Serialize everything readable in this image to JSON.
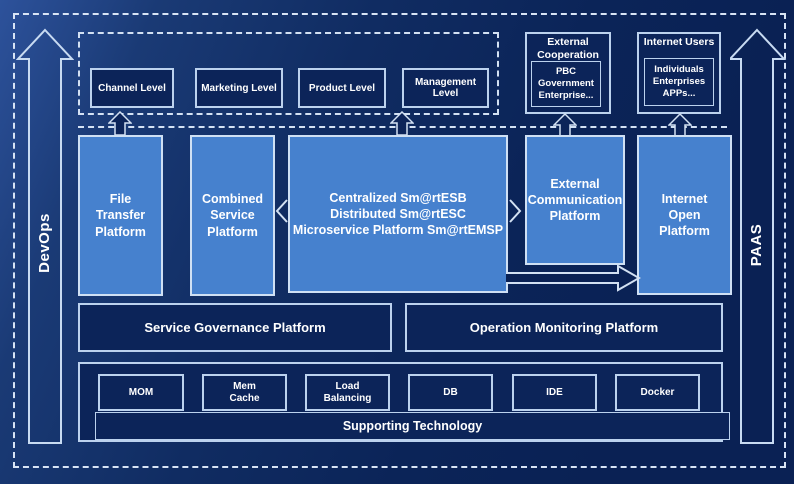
{
  "colors": {
    "background": "#0a2154",
    "panel_blue": "#4681ce",
    "dark_navy": "#0c2459",
    "pale_border": "#cfe0f4",
    "text": "#ffffff"
  },
  "rails": {
    "left_label": "DevOps",
    "right_label": "PAAS"
  },
  "levels": {
    "items": [
      {
        "label": "Channel Level"
      },
      {
        "label": "Marketing Level"
      },
      {
        "label": "Product Level"
      },
      {
        "label": "Management Level"
      }
    ]
  },
  "external_cooperation": {
    "title": "External\nCooperation",
    "body": "PBC Government\nEnterprise..."
  },
  "internet_users": {
    "title": "Internet Users",
    "body": "Individuals\nEnterprises\nAPPs..."
  },
  "platforms": {
    "file_transfer": "File\nTransfer\nPlatform",
    "combined_service": "Combined\nService\nPlatform",
    "esb": "Centralized Sm@rtESB\nDistributed Sm@rtESC\nMicroservice Platform Sm@rtEMSP",
    "external_communication": "External\nCommunication\nPlatform",
    "internet_open": "Internet\nOpen\nPlatform"
  },
  "governance": {
    "label": "Service Governance Platform"
  },
  "monitoring": {
    "label": "Operation Monitoring Platform"
  },
  "supporting": {
    "label": "Supporting Technology",
    "items": [
      {
        "label": "MOM"
      },
      {
        "label": "Mem\nCache"
      },
      {
        "label": "Load\nBalancing"
      },
      {
        "label": "DB"
      },
      {
        "label": "IDE"
      },
      {
        "label": "Docker"
      }
    ]
  }
}
